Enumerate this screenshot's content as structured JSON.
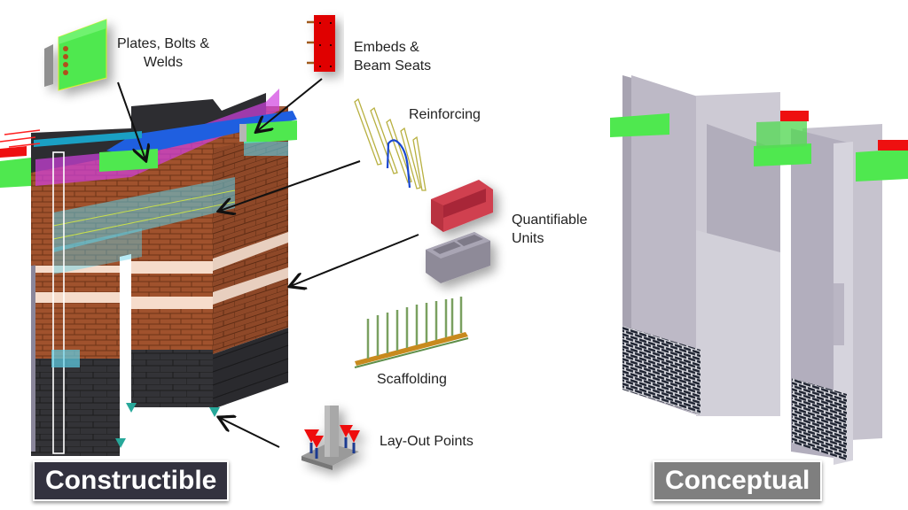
{
  "labels": {
    "plates_bolts_welds": [
      "Plates, Bolts &",
      "Welds"
    ],
    "embeds_beam_seats": [
      "Embeds &",
      "Beam Seats"
    ],
    "reinforcing": "Reinforcing",
    "quantifiable_units": [
      "Quantifiable",
      "Units"
    ],
    "scaffolding": "Scaffolding",
    "layout_points": "Lay-Out Points"
  },
  "badges": {
    "constructible": "Constructible",
    "conceptual": "Conceptual"
  },
  "colors": {
    "brick": "#a0522d",
    "brick_light": "#f5dcc8",
    "cmu_dark": "#2f2f33",
    "steel_green": "#4fe84f",
    "embed_red": "#e00000",
    "rebar_cyan": "#5fd0e8",
    "rebar_magenta": "#d040e0",
    "beam_blue": "#1f5fe0",
    "panel_grey": "#c8c6d0",
    "badge_dark": "#33323f",
    "badge_grey": "#7f7f7f"
  }
}
